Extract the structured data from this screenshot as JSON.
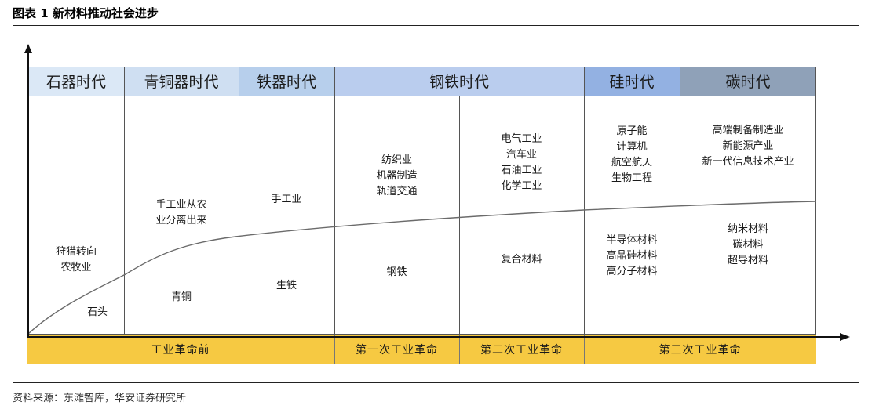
{
  "title": "图表 1 新材料推动社会进步",
  "eras": [
    {
      "label": "石器时代",
      "color": "#dbe8f6"
    },
    {
      "label": "青铜器时代",
      "color": "#cfdff2"
    },
    {
      "label": "铁器时代",
      "color": "#b7cfec"
    },
    {
      "label": "钢铁时代",
      "color": "#bacdee"
    },
    {
      "label": "硅时代",
      "color": "#93b1e2"
    },
    {
      "label": "碳时代",
      "color": "#8fa1b8"
    }
  ],
  "industries": [
    "狩猎转向\n农牧业",
    "手工业从农\n业分离出来",
    "手工业",
    "纺织业\n机器制造\n轨道交通",
    "电气工业\n汽车业\n石油工业\n化学工业",
    "原子能\n计算机\n航空航天\n生物工程",
    "高端制备制造业\n新能源产业\n新一代信息技术产业"
  ],
  "materials": [
    "石头",
    "青铜",
    "生铁",
    "钢铁",
    "复合材料",
    "半导体材料\n高晶硅材料\n高分子材料",
    "纳米材料\n碳材料\n超导材料"
  ],
  "revolutions": [
    "工业革命前",
    "第一次工业革命",
    "第二次工业革命",
    "第三次工业革命"
  ],
  "colors": {
    "revolution_band": "#f6c942",
    "axis": "#111111"
  },
  "source": "资料来源：东滩智库，华安证券研究所"
}
